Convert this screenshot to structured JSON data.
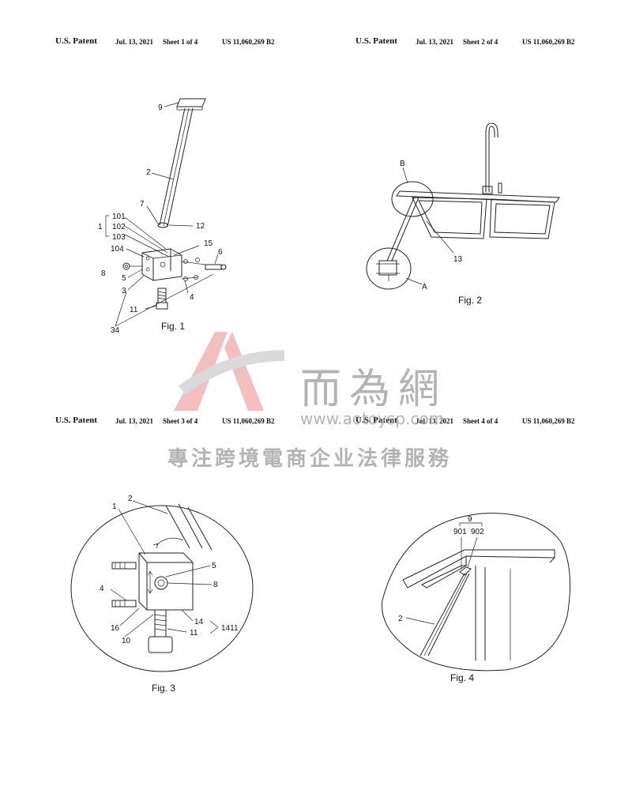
{
  "sheets": [
    {
      "patent_label": "U.S. Patent",
      "date": "Jul. 13, 2021",
      "sheet": "Sheet 1 of 4",
      "number": "US 11,060,269 B2",
      "figure": "Fig. 1",
      "labels": {
        "l9": "9",
        "l2": "2",
        "l7": "7",
        "l12": "12",
        "l101": "101",
        "l1": "1",
        "l102": "102",
        "l103": "103",
        "l104": "104",
        "l15": "15",
        "l6": "6",
        "l8": "8",
        "l5": "5",
        "l3": "3",
        "l4": "4",
        "l11": "11",
        "l34": "34"
      }
    },
    {
      "patent_label": "U.S. Patent",
      "date": "Jul. 13, 2021",
      "sheet": "Sheet 2 of 4",
      "number": "US 11,060,269 B2",
      "figure": "Fig. 2",
      "labels": {
        "lB": "B",
        "l13": "13",
        "lA": "A"
      }
    },
    {
      "patent_label": "U.S. Patent",
      "date": "Jul. 13, 2021",
      "sheet": "Sheet 3 of 4",
      "number": "US 11,060,269 B2",
      "figure": "Fig. 3",
      "labels": {
        "l1": "1",
        "l2": "2",
        "l5": "5",
        "l8": "8",
        "l4": "4",
        "l16": "16",
        "l10": "10",
        "l14": "14",
        "l1411": "1411",
        "l11": "11"
      }
    },
    {
      "patent_label": "U.S. Patent",
      "date": "Jul. 13, 2021",
      "sheet": "Sheet 4 of 4",
      "number": "US 11,060,269 B2",
      "figure": "Fig. 4",
      "labels": {
        "l9": "9",
        "l901": "901",
        "l902": "902",
        "l2": "2"
      }
    }
  ],
  "watermark": {
    "brand": "而為網",
    "url": "www.aotoysp.com",
    "slogan": "專注跨境電商企业法律服務",
    "logo_color": "#e88a8a"
  }
}
